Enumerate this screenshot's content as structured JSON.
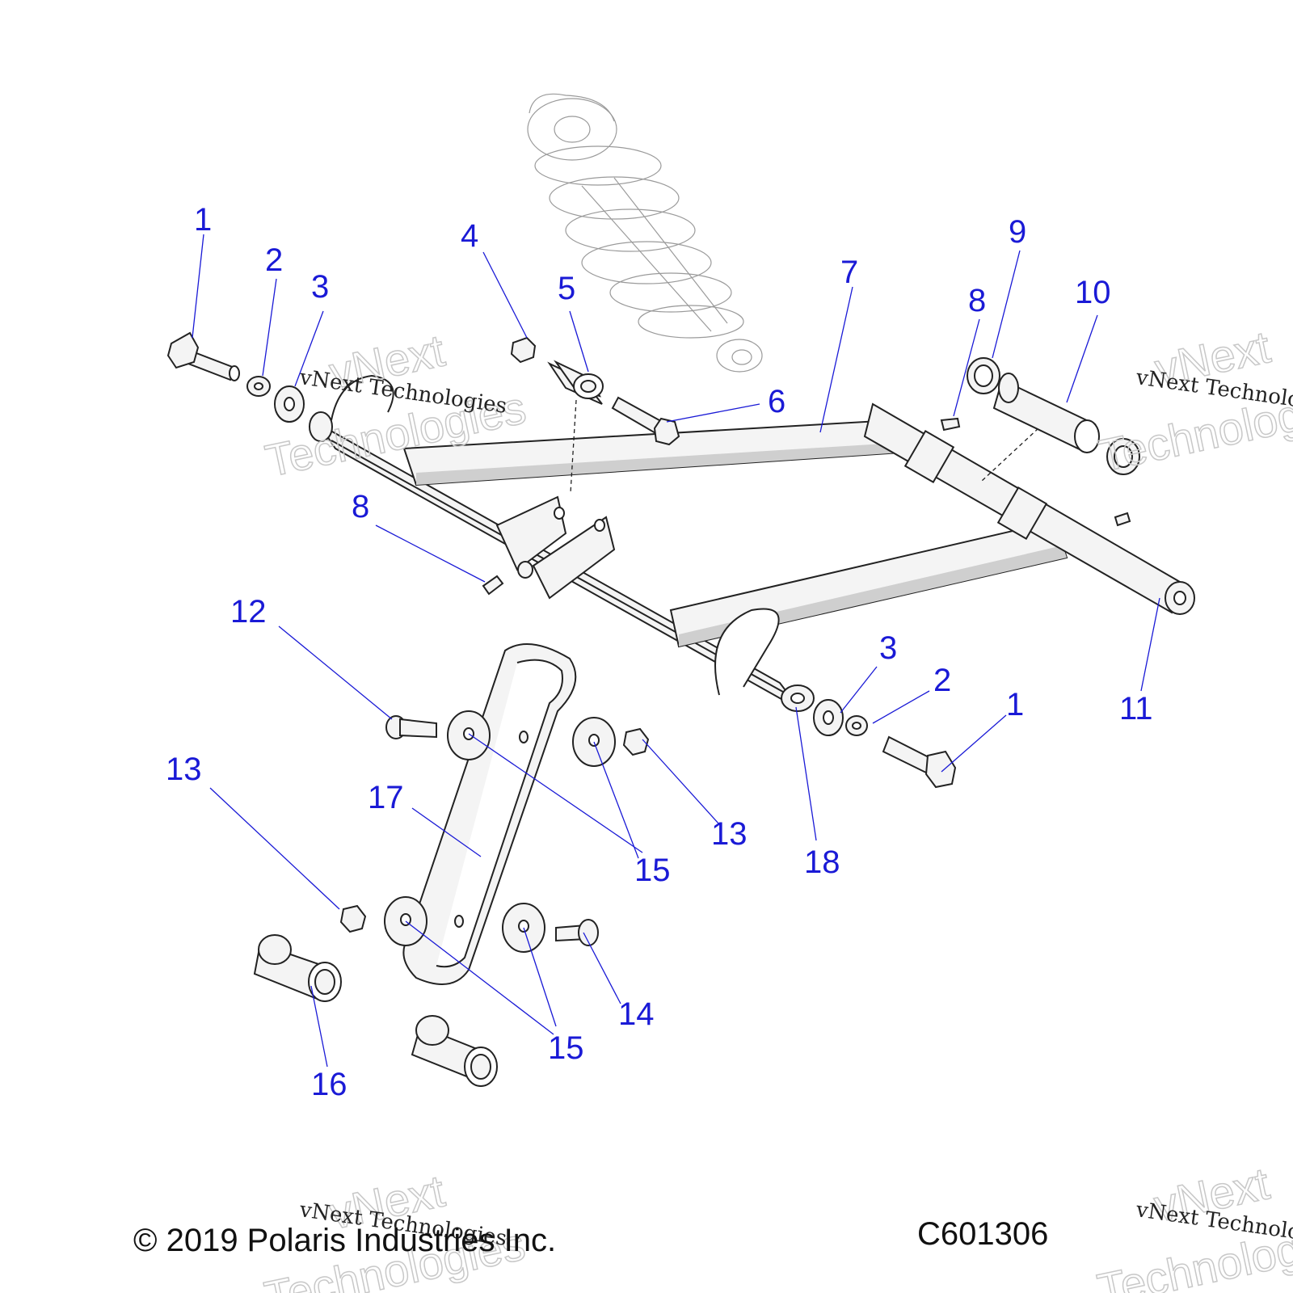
{
  "callouts": [
    {
      "id": "c1a",
      "label": "1"
    },
    {
      "id": "c2a",
      "label": "2"
    },
    {
      "id": "c3a",
      "label": "3"
    },
    {
      "id": "c4",
      "label": "4"
    },
    {
      "id": "c5",
      "label": "5"
    },
    {
      "id": "c6",
      "label": "6"
    },
    {
      "id": "c7",
      "label": "7"
    },
    {
      "id": "c8a",
      "label": "8"
    },
    {
      "id": "c8b",
      "label": "8"
    },
    {
      "id": "c9",
      "label": "9"
    },
    {
      "id": "c10",
      "label": "10"
    },
    {
      "id": "c11",
      "label": "11"
    },
    {
      "id": "c12",
      "label": "12"
    },
    {
      "id": "c13a",
      "label": "13"
    },
    {
      "id": "c13b",
      "label": "13"
    },
    {
      "id": "c14",
      "label": "14"
    },
    {
      "id": "c15a",
      "label": "15"
    },
    {
      "id": "c15b",
      "label": "15"
    },
    {
      "id": "c16",
      "label": "16"
    },
    {
      "id": "c17",
      "label": "17"
    },
    {
      "id": "c18",
      "label": "18"
    },
    {
      "id": "c3b",
      "label": "3"
    },
    {
      "id": "c2b",
      "label": "2"
    },
    {
      "id": "c1b",
      "label": "1"
    }
  ],
  "watermark": {
    "small": "vNext Technologies",
    "big_line1": "vNext",
    "big_line2": "Technologies"
  },
  "footer": {
    "copyright": "© 2019 Polaris Industries Inc.",
    "diagram_code": "C601306"
  }
}
